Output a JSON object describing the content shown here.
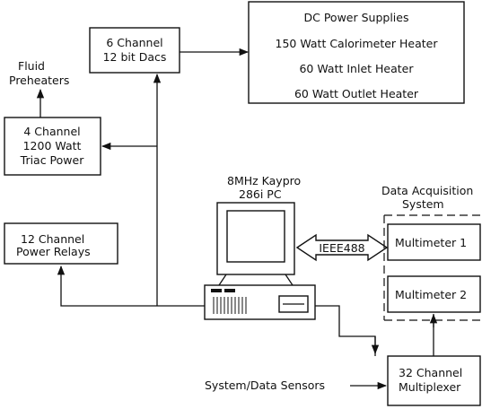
{
  "diagram": {
    "dc_power": {
      "title": "DC Power Supplies",
      "line1": "150 Watt Calorimeter Heater",
      "line2": "60 Watt Inlet Heater",
      "line3": "60 Watt Outlet Heater"
    },
    "dacs": {
      "line1": "6 Channel",
      "line2": "12 bit Dacs"
    },
    "fluid": {
      "line1": "Fluid",
      "line2": "Preheaters"
    },
    "triac": {
      "line1": "4 Channel",
      "line2": "1200 Watt",
      "line3": "Triac Power"
    },
    "relays": {
      "line1": "12 Channel",
      "line2": "Power Relays"
    },
    "pc": {
      "line1": "8MHz Kaypro",
      "line2": "286i PC"
    },
    "ieee": {
      "label": "IEEE488"
    },
    "daq": {
      "title_line1": "Data Acquisition",
      "title_line2": "System",
      "multimeter1": "Multimeter 1",
      "multimeter2": "Multimeter 2"
    },
    "mux": {
      "line1": "32 Channel",
      "line2": "Multiplexer"
    },
    "sensors": {
      "label": "System/Data Sensors"
    }
  }
}
